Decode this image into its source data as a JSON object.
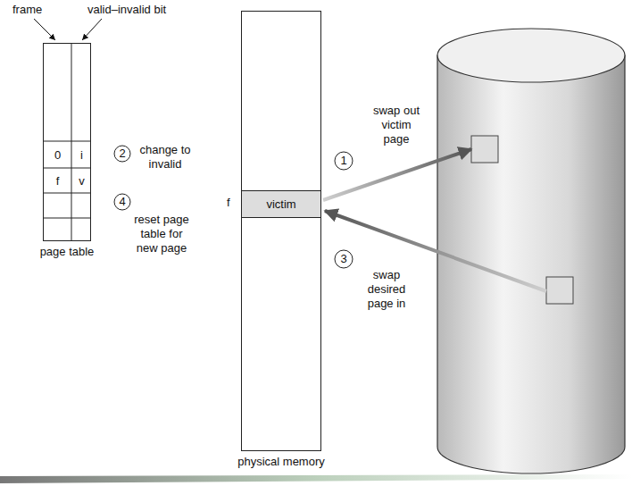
{
  "diagram": {
    "nodes": [
      {
        "text": [
          "page table"
        ]
      },
      {
        "text": [
          "0"
        ],
        "in": 0
      },
      {
        "text": [
          "i"
        ],
        "in": 0
      },
      {
        "text": [
          "f"
        ],
        "in": 0
      },
      {
        "text": [
          "v"
        ],
        "in": 0
      },
      {
        "text": [
          "2"
        ]
      },
      {
        "text": [
          "4"
        ]
      },
      {
        "text": [
          "physical memory"
        ]
      },
      {
        "text": [
          "victim"
        ],
        "in": 7
      },
      {
        "text": [
          "1"
        ]
      },
      {
        "text": [
          "3"
        ]
      }
    ],
    "labels": [
      "frame",
      "valid–invalid bit",
      "change to invalid",
      "reset page table for new page",
      "f",
      "swap out victim page",
      "swap desired page in"
    ]
  }
}
